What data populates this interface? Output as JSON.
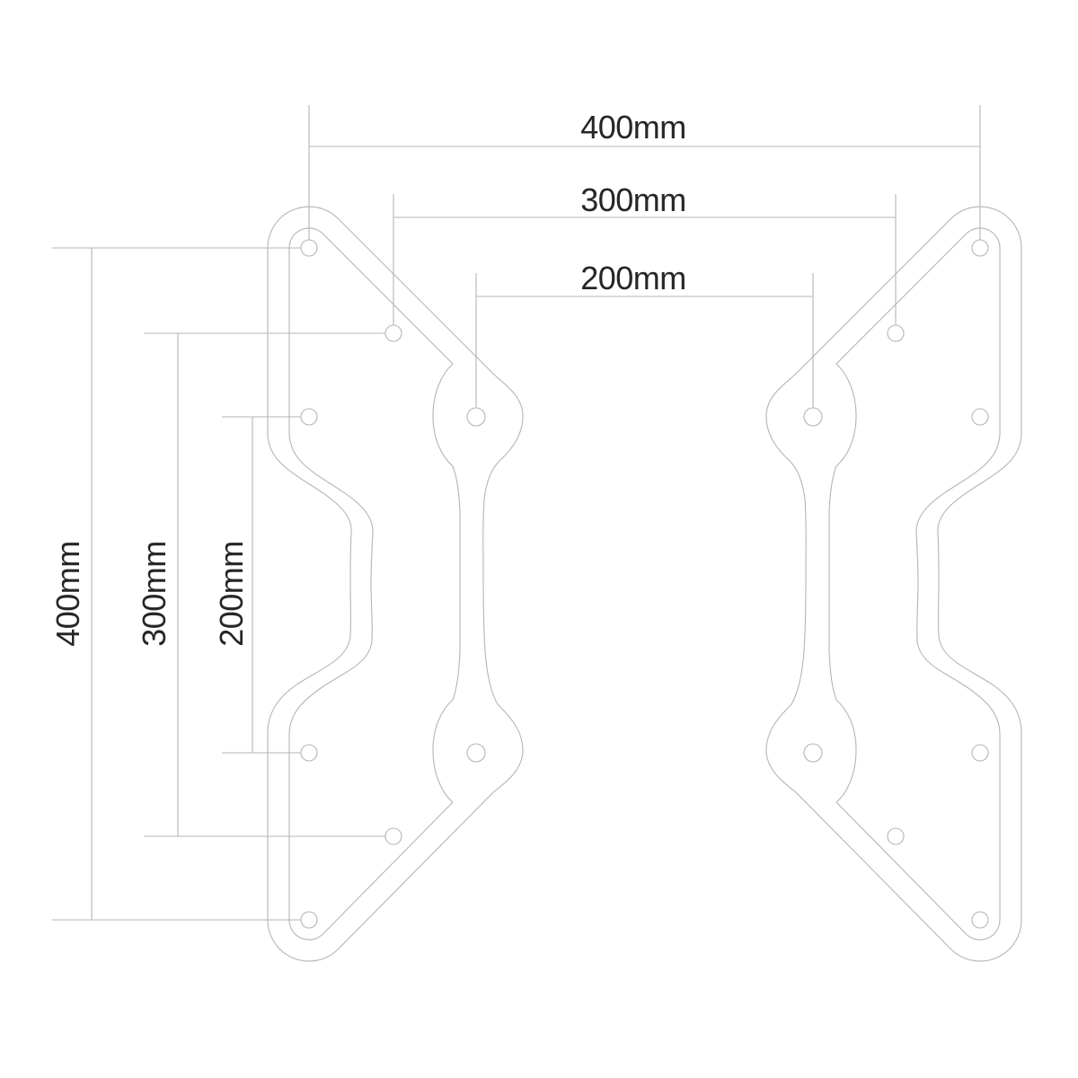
{
  "drawing": {
    "description": "Technical dimension drawing of two mirrored VESA adapter plates, front view",
    "plates": 2,
    "holes_per_plate": 8
  },
  "dimensions": {
    "horizontal": [
      {
        "label": "400mm",
        "value_mm": 400
      },
      {
        "label": "300mm",
        "value_mm": 300
      },
      {
        "label": "200mm",
        "value_mm": 200
      }
    ],
    "vertical": [
      {
        "label": "400mm",
        "value_mm": 400
      },
      {
        "label": "300mm",
        "value_mm": 300
      },
      {
        "label": "200mm",
        "value_mm": 200
      }
    ]
  },
  "colors": {
    "background": "#ffffff",
    "line": "#b5b5b5",
    "text": "#262626"
  }
}
